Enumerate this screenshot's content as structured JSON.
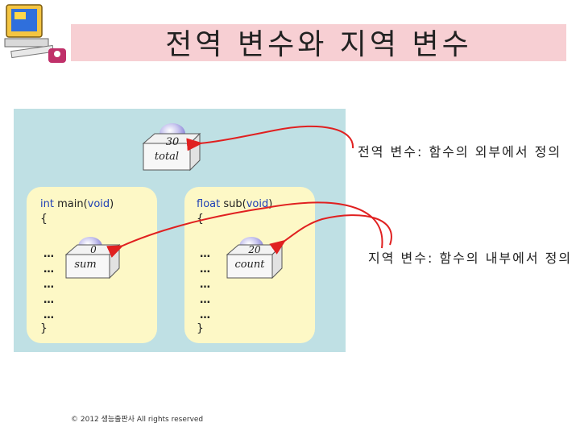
{
  "title": "전역 변수와 지역 변수",
  "diagram": {
    "main_func": {
      "signature_type": "int",
      "signature_name": " main(",
      "signature_param": "void",
      "signature_close": ")",
      "open_brace": "{",
      "close_brace": "}",
      "dots": [
        "…",
        "…",
        "…",
        "…",
        "…"
      ]
    },
    "sub_func": {
      "signature_type": "float",
      "signature_name": " sub(",
      "signature_param": "void",
      "signature_close": ")",
      "open_brace": "{",
      "close_brace": "}",
      "dots": [
        "…",
        "…",
        "…",
        "…",
        "…"
      ]
    },
    "variables": {
      "global": {
        "name": "total",
        "value": "30"
      },
      "main_local": {
        "name": "sum",
        "value": "0"
      },
      "sub_local": {
        "name": "count",
        "value": "20"
      }
    },
    "labels": {
      "global_desc": "전역 변수: 함수의 외부에서 정의",
      "local_desc": "지역 변수: 함수의 내부에서 정의"
    }
  },
  "footer": "© 2012 생능출판사  All rights reserved",
  "colors": {
    "title_bg": "#f7cfd3",
    "panel_bg": "#bfe0e4",
    "function_bg": "#fdf8c6",
    "arrow": "#e02020",
    "keyword": "#1f3fb5"
  }
}
